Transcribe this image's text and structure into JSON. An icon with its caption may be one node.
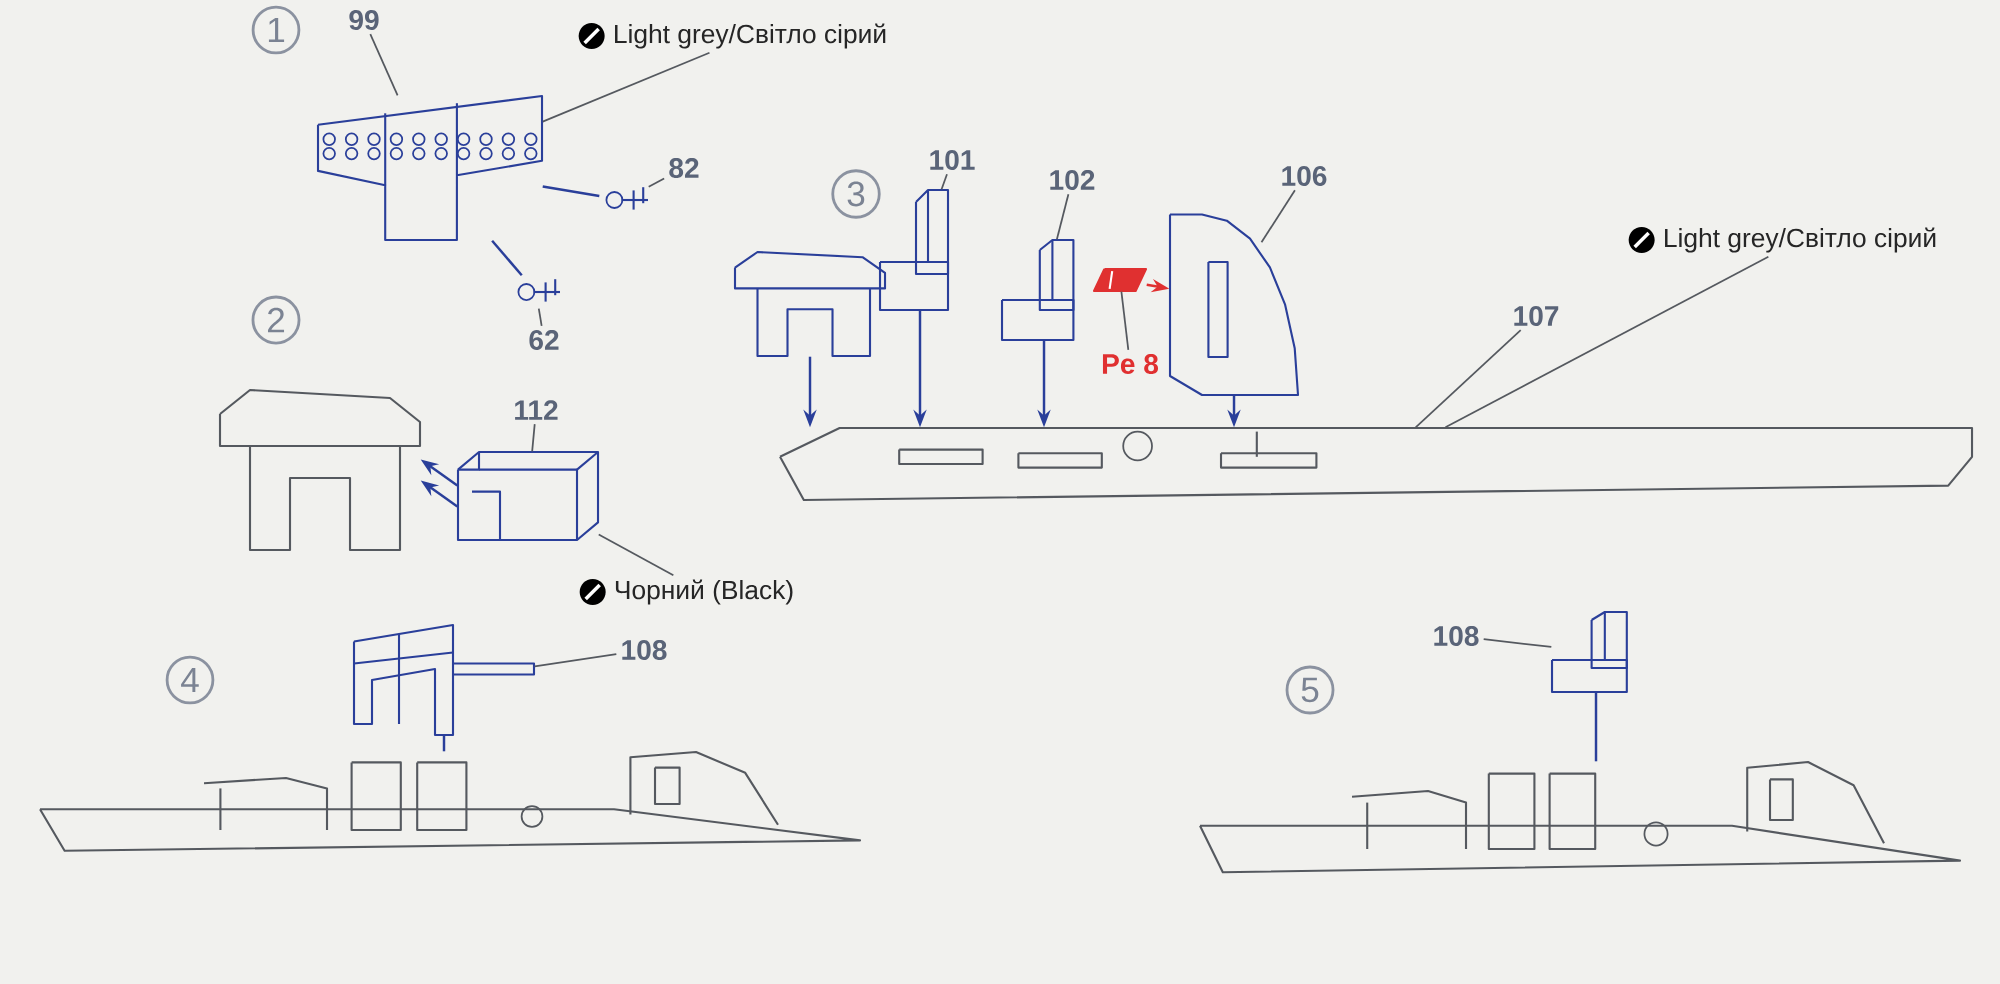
{
  "diagram": {
    "nodes": [
      {
        "text": [
          "1"
        ]
      },
      {
        "text": [
          "2"
        ]
      },
      {
        "text": [
          "3"
        ]
      },
      {
        "text": [
          "4"
        ]
      },
      {
        "text": [
          "5"
        ]
      },
      {
        "text": [
          "99"
        ]
      },
      {
        "text": [],
        "shape": "picture"
      },
      {
        "text": [
          "82"
        ]
      },
      {
        "text": [],
        "shape": "picture"
      },
      {
        "text": [
          "62"
        ]
      },
      {
        "text": [],
        "shape": "picture"
      },
      {
        "text": [
          "Light grey/Світло сірий"
        ]
      },
      {
        "text": [
          "101"
        ]
      },
      {
        "text": [],
        "shape": "picture"
      },
      {
        "text": [
          "102"
        ]
      },
      {
        "text": [],
        "shape": "picture"
      },
      {
        "text": [
          "106"
        ]
      },
      {
        "text": [],
        "shape": "picture"
      },
      {
        "text": [
          "Pe 8"
        ]
      },
      {
        "text": [],
        "shape": "picture"
      },
      {
        "text": [],
        "shape": "picture"
      },
      {
        "text": [],
        "shape": "picture"
      },
      {
        "text": [
          "107"
        ]
      },
      {
        "text": [
          "Light grey/Світло сірий"
        ]
      },
      {
        "text": [
          "112"
        ]
      },
      {
        "text": [],
        "shape": "picture"
      },
      {
        "text": [],
        "shape": "picture"
      },
      {
        "text": [
          "Чорний (Black)"
        ]
      },
      {
        "text": [
          "108"
        ]
      },
      {
        "text": [],
        "shape": "picture"
      },
      {
        "text": [],
        "shape": "picture"
      },
      {
        "text": [
          "108"
        ]
      },
      {
        "text": [],
        "shape": "picture"
      },
      {
        "text": [],
        "shape": "picture"
      }
    ],
    "edges": [
      {
        "from": 5,
        "to": 6,
        "arrow": "none"
      },
      {
        "from": 7,
        "to": 8,
        "arrow": "none"
      },
      {
        "from": 9,
        "to": 10,
        "arrow": "none"
      },
      {
        "from": 11,
        "to": 6,
        "arrow": "none"
      },
      {
        "from": 6,
        "to": 8,
        "arrow": "none",
        "color": "#2a3f9a"
      },
      {
        "from": 6,
        "to": 10,
        "arrow": "none",
        "color": "#2a3f9a"
      },
      {
        "from": 12,
        "to": 13,
        "arrow": "none"
      },
      {
        "from": 14,
        "to": 15,
        "arrow": "none"
      },
      {
        "from": 16,
        "to": 17,
        "arrow": "none"
      },
      {
        "from": 18,
        "to": 19,
        "arrow": "none"
      },
      {
        "from": 19,
        "to": 17,
        "arrow": "to",
        "color": "#e03030"
      },
      {
        "from": 20,
        "to": 21,
        "arrow": "to",
        "color": "#2a3f9a"
      },
      {
        "from": 13,
        "to": 21,
        "arrow": "to",
        "color": "#2a3f9a"
      },
      {
        "from": 15,
        "to": 21,
        "arrow": "to",
        "color": "#2a3f9a"
      },
      {
        "from": 17,
        "to": 21,
        "arrow": "to",
        "color": "#2a3f9a"
      },
      {
        "from": 22,
        "to": 21,
        "arrow": "none"
      },
      {
        "from": 23,
        "to": 21,
        "arrow": "none"
      },
      {
        "from": 24,
        "to": 25,
        "arrow": "none"
      },
      {
        "from": 25,
        "to": 26,
        "arrow": "to",
        "color": "#2a3f9a"
      },
      {
        "from": 25,
        "to": 26,
        "arrow": "to",
        "color": "#2a3f9a"
      },
      {
        "from": 27,
        "to": 25,
        "arrow": "none"
      },
      {
        "from": 28,
        "to": 29,
        "arrow": "none"
      },
      {
        "from": 29,
        "to": 30,
        "arrow": "none",
        "color": "#2a3f9a"
      },
      {
        "from": 31,
        "to": 32,
        "arrow": "none"
      },
      {
        "from": 32,
        "to": 33,
        "arrow": "none",
        "color": "#2a3f9a"
      }
    ]
  }
}
